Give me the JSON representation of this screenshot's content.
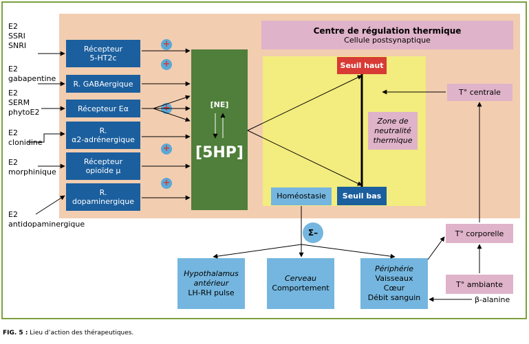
{
  "drugs": [
    {
      "lines": "E2\nSSRI\nSNRI"
    },
    {
      "lines": "E2\ngabapentine"
    },
    {
      "lines": "E2\nSERM\nphytoE2"
    },
    {
      "lines": "E2\nclonidine"
    },
    {
      "lines": "E2\nmorphinique"
    },
    {
      "lines": "E2\nantidopaminergique"
    }
  ],
  "receptors": [
    "Récepteur\n5-HT2c",
    "R. GABAergique",
    "Récepteur Eα",
    "R.\nα2-adrénergique",
    "Récepteur\nopioïde µ",
    "R.\ndopaminergique"
  ],
  "plus_symbol": "+",
  "center": {
    "ne": "[NE]",
    "hp": "[5HP]"
  },
  "regulation": {
    "title": "Centre de régulation thermique",
    "subtitle": "Cellule postsynaptique"
  },
  "seuil_haut": "Seuil haut",
  "seuil_bas": "Seuil bas",
  "zone": "Zone de\nneutralité\nthermique",
  "homeostasie": "Homéostasie",
  "sigma": "Σ–",
  "t_centrale": "T° centrale",
  "t_corporelle": "T° corporelle",
  "t_ambiante": "T° ambiante",
  "beta_alanine": "β-alanine",
  "outputs": {
    "hypothalamus": {
      "title": "Hypothalamus\nantérieur",
      "sub": "LH-RH pulse"
    },
    "cerveau": {
      "title": "Cerveau",
      "sub": "Comportement"
    },
    "peripherie": {
      "title": "Périphérie",
      "sub": "Vaisseaux\nCœur\nDébit sanguin"
    }
  },
  "caption": {
    "label": "FIG. 5 :",
    "text": " Lieu d’action des thérapeutiques."
  },
  "colors": {
    "border": "#7aa03c",
    "panel": "#f2cdb0",
    "receptor": "#1b5f9e",
    "center": "#4f7f3a",
    "zone": "#f3ec7e",
    "pink": "#dfb3c9",
    "red": "#d83a35",
    "lightblue": "#74b6df"
  }
}
